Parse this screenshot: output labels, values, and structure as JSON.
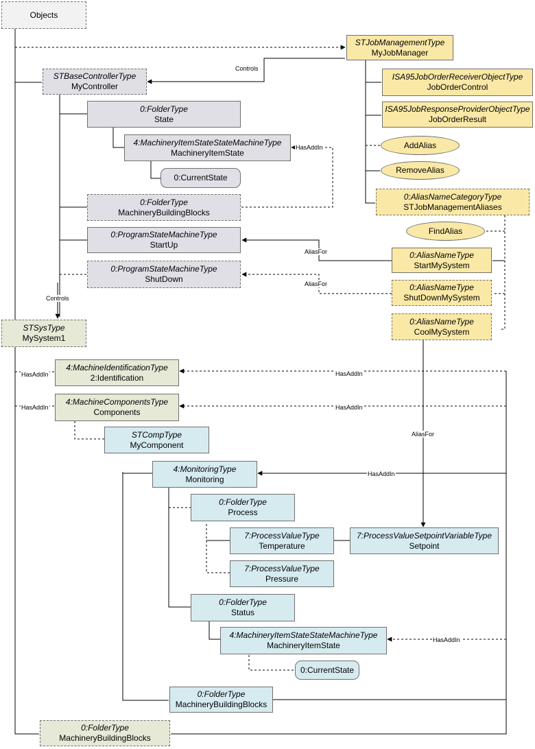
{
  "nodes": {
    "objects": {
      "name": "Objects"
    },
    "myjobmanager": {
      "type": "STJobManagementType",
      "name": "MyJobManager"
    },
    "mycontroller": {
      "type": "STBaseControllerType",
      "name": "MyController"
    },
    "joborderctrl": {
      "type": "ISA95JobOrderReceiverObjectType",
      "name": "JobOrderControl"
    },
    "jobresult": {
      "type": "ISA95JobResponseProviderObjectType",
      "name": "JobOrderResult"
    },
    "addalias": {
      "name": "AddAlias"
    },
    "removealias": {
      "name": "RemoveAlias"
    },
    "aliases": {
      "type": "0:AliasNameCategoryType",
      "name": "STJobManagementAliases"
    },
    "findalias": {
      "name": "FindAlias"
    },
    "startmy": {
      "type": "0:AliasNameType",
      "name": "StartMySystem"
    },
    "shutdownmy": {
      "type": "0:AliasNameType",
      "name": "ShutDownMySystem"
    },
    "coolmy": {
      "type": "0:AliasNameType",
      "name": "CoolMySystem"
    },
    "state": {
      "type": "0:FolderType",
      "name": "State"
    },
    "mis1": {
      "type": "4:MachineryItemStateStateMachineType",
      "name": "MachineryItemState"
    },
    "cs1": {
      "name": "0:CurrentState"
    },
    "mbb1": {
      "type": "0:FolderType",
      "name": "MachineryBuildingBlocks"
    },
    "startup": {
      "type": "0:ProgramStateMachineType",
      "name": "StartUp"
    },
    "shutdown": {
      "type": "0:ProgramStateMachineType",
      "name": "ShutDown"
    },
    "mysystem": {
      "type": "STSysType",
      "name": "MySystem1"
    },
    "ident": {
      "type": "4:MachineIdentificationType",
      "name": "2:Identification"
    },
    "components": {
      "type": "4:MachineComponentsType",
      "name": "Components"
    },
    "mycomp": {
      "type": "STCompType",
      "name": "MyComponent"
    },
    "monitoring": {
      "type": "4:MonitoringType",
      "name": "Monitoring"
    },
    "process": {
      "type": "0:FolderType",
      "name": "Process"
    },
    "temp": {
      "type": "7:ProcessValueType",
      "name": "Temperature"
    },
    "setpoint": {
      "type": "7:ProcessValueSetpointVariableType",
      "name": "Setpoint"
    },
    "pressure": {
      "type": "7:ProcessValueType",
      "name": "Pressure"
    },
    "status": {
      "type": "0:FolderType",
      "name": "Status"
    },
    "mis2": {
      "type": "4:MachineryItemStateStateMachineType",
      "name": "MachineryItemState"
    },
    "cs2": {
      "name": "0:CurrentState"
    },
    "mbb2": {
      "type": "0:FolderType",
      "name": "MachineryBuildingBlocks"
    },
    "mbb3": {
      "type": "0:FolderType",
      "name": "MachineryBuildingBlocks"
    }
  },
  "edge_labels": {
    "controls_top": "Controls",
    "controls_left": "Controls",
    "hasaddin_mis1": "HasAddIn",
    "aliasfor_startup": "AliasFor",
    "aliasfor_shutdown": "AliasFor",
    "hasaddin_ident_left": "HasAddIn",
    "hasaddin_comp_left": "HasAddIn",
    "hasaddin_ident_right": "HasAddIn",
    "hasaddin_comp_right": "HasAddIn",
    "aliasfor_setpoint": "AliasFor",
    "hasaddin_monitoring": "HasAddIn",
    "hasaddin_mis2": "HasAddIn"
  },
  "colors": {
    "gray_fill": "#e1dfe6",
    "yellow_fill": "#fae9a6",
    "olive_fill": "#e5e9d6",
    "blue_fill": "#d6ebf0",
    "line": "#000000"
  }
}
